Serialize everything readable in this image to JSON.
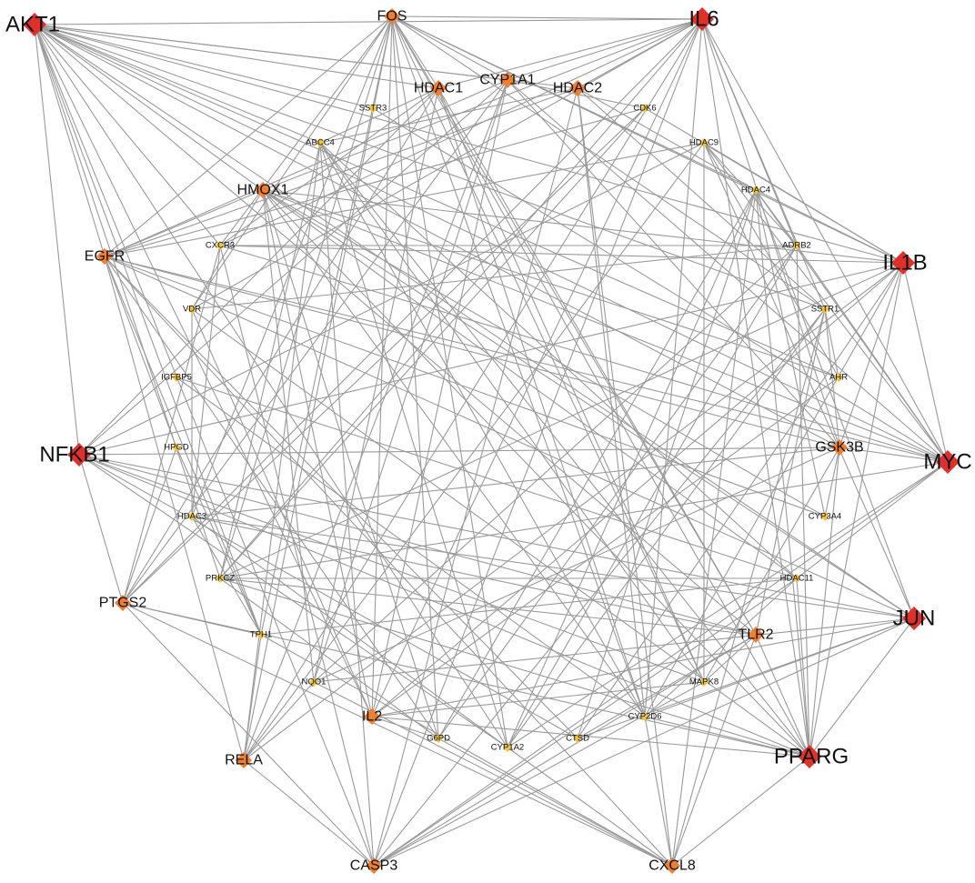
{
  "diagram": {
    "type": "network",
    "colors": {
      "edge": "#9a9a9a",
      "high": "#e0302a",
      "mid": "#ef7f2c",
      "low": "#f6c43a",
      "background": "#ffffff"
    },
    "nodes": [
      {
        "id": "AKT1",
        "label": "AKT1",
        "level": "high"
      },
      {
        "id": "FOS",
        "label": "FOS",
        "level": "mid"
      },
      {
        "id": "IL6",
        "label": "IL6",
        "level": "high"
      },
      {
        "id": "HDAC1",
        "label": "HDAC1",
        "level": "mid"
      },
      {
        "id": "CYP1A1",
        "label": "CYP1A1",
        "level": "mid"
      },
      {
        "id": "HDAC2",
        "label": "HDAC2",
        "level": "mid"
      },
      {
        "id": "SSTR3",
        "label": "SSTR3",
        "level": "low"
      },
      {
        "id": "CDK6",
        "label": "CDK6",
        "level": "low"
      },
      {
        "id": "ABCC4",
        "label": "ABCC4",
        "level": "low"
      },
      {
        "id": "HDAC9",
        "label": "HDAC9",
        "level": "low"
      },
      {
        "id": "HMOX1",
        "label": "HMOX1",
        "level": "mid"
      },
      {
        "id": "HDAC4",
        "label": "HDAC4",
        "level": "low"
      },
      {
        "id": "EGFR",
        "label": "EGFR",
        "level": "mid"
      },
      {
        "id": "CXCR3",
        "label": "CXCR3",
        "level": "low"
      },
      {
        "id": "ADRB2",
        "label": "ADRB2",
        "level": "low"
      },
      {
        "id": "IL1B",
        "label": "IL1B",
        "level": "high"
      },
      {
        "id": "VDR",
        "label": "VDR",
        "level": "low"
      },
      {
        "id": "SSTR1",
        "label": "SSTR1",
        "level": "low"
      },
      {
        "id": "IGFBP5",
        "label": "IGFBP5",
        "level": "low"
      },
      {
        "id": "AHR",
        "label": "AHR",
        "level": "low"
      },
      {
        "id": "NFKB1",
        "label": "NFKB1",
        "level": "high"
      },
      {
        "id": "HPGD",
        "label": "HPGD",
        "level": "low"
      },
      {
        "id": "GSK3B",
        "label": "GSK3B",
        "level": "mid"
      },
      {
        "id": "MYC",
        "label": "MYC",
        "level": "high"
      },
      {
        "id": "HDAC3",
        "label": "HDAC3",
        "level": "low"
      },
      {
        "id": "CYP3A4",
        "label": "CYP3A4",
        "level": "low"
      },
      {
        "id": "PRKCZ",
        "label": "PRKCZ",
        "level": "low"
      },
      {
        "id": "HDAC11",
        "label": "HDAC11",
        "level": "low"
      },
      {
        "id": "PTGS2",
        "label": "PTGS2",
        "level": "mid"
      },
      {
        "id": "JUN",
        "label": "JUN",
        "level": "high"
      },
      {
        "id": "TPH1",
        "label": "TPH1",
        "level": "low"
      },
      {
        "id": "TLR2",
        "label": "TLR2",
        "level": "mid"
      },
      {
        "id": "NQO1",
        "label": "NQO1",
        "level": "low"
      },
      {
        "id": "MAPK8",
        "label": "MAPK8",
        "level": "low"
      },
      {
        "id": "IL2",
        "label": "IL2",
        "level": "mid"
      },
      {
        "id": "CYP2D6",
        "label": "CYP2D6",
        "level": "low"
      },
      {
        "id": "G6PD",
        "label": "G6PD",
        "level": "low"
      },
      {
        "id": "CYP1A2",
        "label": "CYP1A2",
        "level": "low"
      },
      {
        "id": "CTSD",
        "label": "CTSD",
        "level": "low"
      },
      {
        "id": "RELA",
        "label": "RELA",
        "level": "mid"
      },
      {
        "id": "PPARG",
        "label": "PPARG",
        "level": "high"
      },
      {
        "id": "CASP3",
        "label": "CASP3",
        "level": "mid"
      },
      {
        "id": "CXCL8",
        "label": "CXCL8",
        "level": "mid"
      }
    ]
  }
}
